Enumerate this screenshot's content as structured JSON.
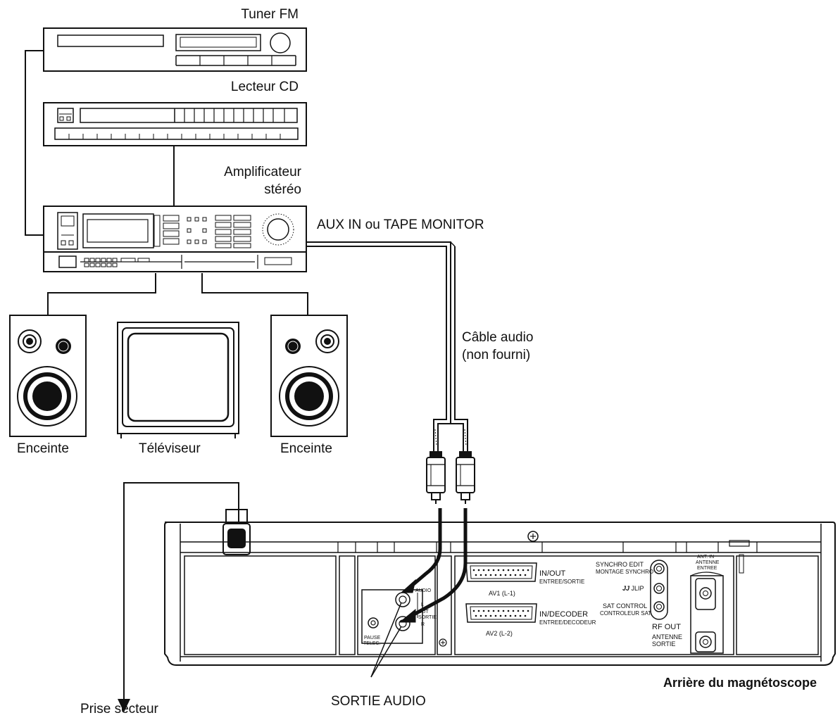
{
  "devices": {
    "tuner": "Tuner FM",
    "cd": "Lecteur CD",
    "amp_line1": "Amplificateur",
    "amp_line2": "stéréo",
    "speaker_left": "Enceinte",
    "tv": "Téléviseur",
    "speaker_right": "Enceinte"
  },
  "connections": {
    "amp_input": "AUX IN ou TAPE MONITOR",
    "cable_line1": "Câble audio",
    "cable_line2": "(non fourni)",
    "mains": "Prise secteur",
    "audio_out": "SORTIE AUDIO"
  },
  "vcr": {
    "caption": "Arrière du magnétoscope",
    "av1_line1": "IN/OUT",
    "av1_line2": "ENTREE/SORTIE",
    "av1_name": "AV1 (L-1)",
    "av2_line1": "IN/DECODER",
    "av2_line2": "ENTREE/DECODEUR",
    "av2_name": "AV2 (L-2)",
    "synchro_line1": "SYNCHRO EDIT",
    "synchro_line2": "MONTAGE SYNCHRO",
    "jlip": "JLIP",
    "sat_line1": "SAT CONTROL",
    "sat_line2": "CONTROLEUR SAT",
    "rf_out": "RF OUT",
    "antenne_line1": "ANTENNE",
    "antenne_line2": "SORTIE",
    "ant_in_line1": "ANT. IN",
    "ant_in_line2": "ANTENNE",
    "ant_in_line3": "ENTREE",
    "pause_line1": "PAUSE",
    "pause_line2": "TELEC.",
    "audio_frag1": "AUDIO",
    "audio_frag2": "OUT",
    "audio_frag3": "SORTIE",
    "audio_l": "L",
    "audio_r": "R"
  }
}
